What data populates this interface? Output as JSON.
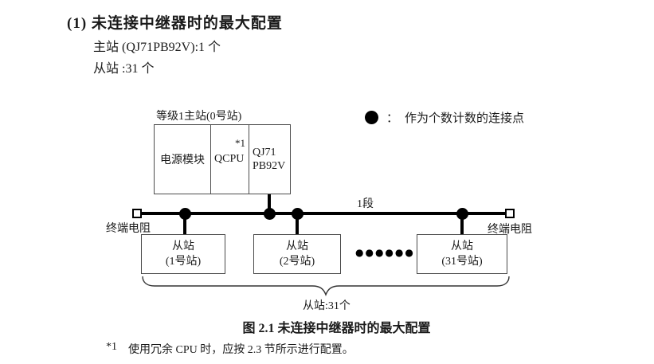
{
  "header": {
    "title": "(1) 未连接中继器时的最大配置",
    "master_line": "主站 (QJ71PB92V):1 个",
    "slave_line": "从站 :31 个"
  },
  "legend": {
    "colon": "：",
    "text": "作为个数计数的连接点"
  },
  "diagram": {
    "master": {
      "label": "等级1主站(0号站)",
      "power_module": "电源模块",
      "cpu": "QCPU",
      "cpu_note": "*1",
      "module_line1": "QJ71",
      "module_line2": "PB92V"
    },
    "segment_label": "1段",
    "terminator_left": "终端电阻",
    "terminator_right": "终端电阻",
    "slaves": [
      {
        "line1": "从站",
        "line2": "(1号站)"
      },
      {
        "line1": "从站",
        "line2": "(2号站)"
      },
      {
        "line1": "从站",
        "line2": "(31号站)"
      }
    ],
    "ellipsis": "●●●●●●",
    "brace_label": "从站:31个"
  },
  "caption": "图 2.1 未连接中继器时的最大配置",
  "footnote": {
    "marker": "*1",
    "text": "使用冗余 CPU 时，应按 2.3 节所示进行配置。"
  },
  "colors": {
    "line": "#000000",
    "box_border": "#4d4d4d",
    "text": "#1a1a1a"
  }
}
